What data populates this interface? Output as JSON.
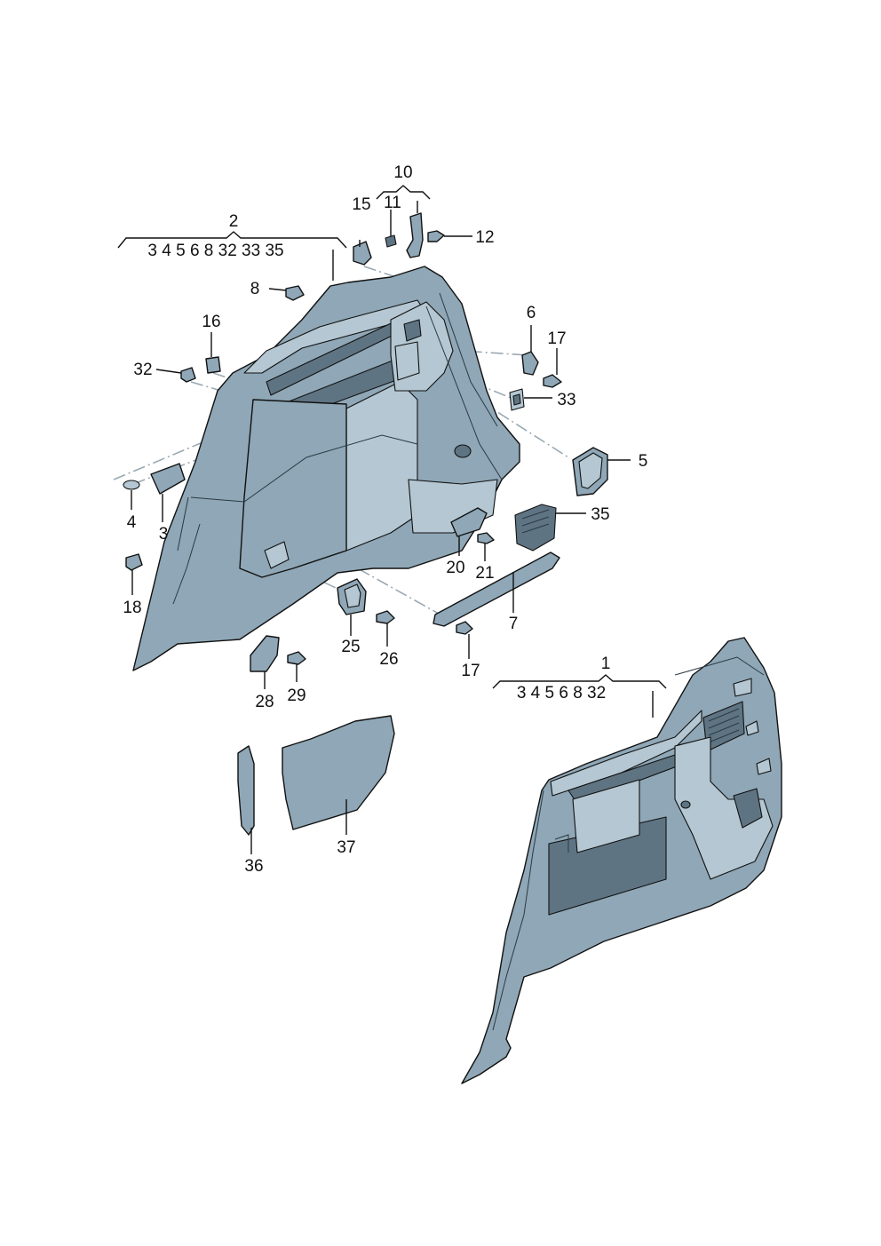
{
  "callouts": {
    "c1": "1",
    "c1_sub": "3 4 5 6 8 32",
    "c2": "2",
    "c2_sub": "3 4 5 6 8 32 33 35",
    "c3": "3",
    "c4": "4",
    "c5": "5",
    "c6": "6",
    "c7": "7",
    "c8": "8",
    "c10": "10",
    "c11": "11",
    "c12": "12",
    "c15": "15",
    "c16": "16",
    "c17a": "17",
    "c17b": "17",
    "c18": "18",
    "c20": "20",
    "c21": "21",
    "c25": "25",
    "c26": "26",
    "c28": "28",
    "c29": "29",
    "c32": "32",
    "c33": "33",
    "c35": "35",
    "c36": "36",
    "c37": "37"
  },
  "colors": {
    "part_fill": "#8fa7b6",
    "part_light": "#b4c7d2",
    "part_dark": "#5f7483",
    "outline": "#111111",
    "dash_line": "#9aa9b3"
  }
}
